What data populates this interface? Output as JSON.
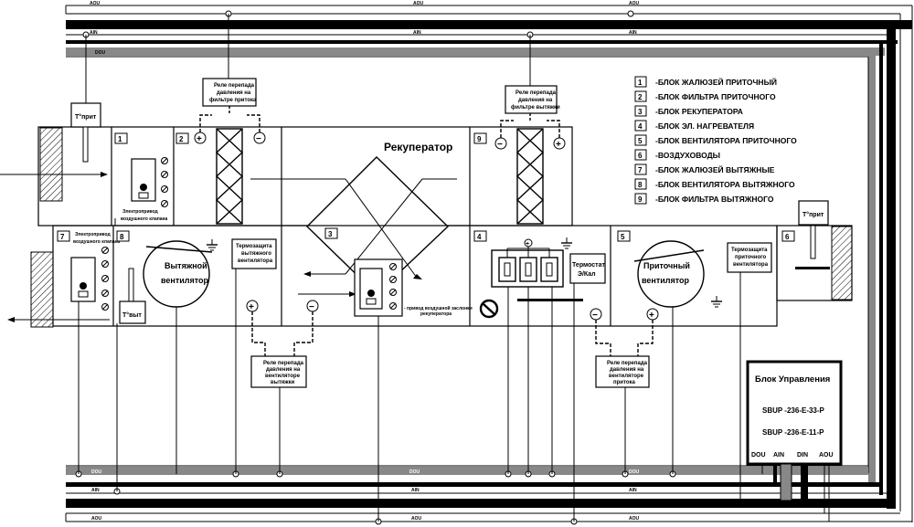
{
  "buses": {
    "aou": "AOU",
    "ain": "AIN",
    "dou": "DOU"
  },
  "legend": [
    {
      "num": "1",
      "text": "-БЛОК ЖАЛЮЗЕЙ ПРИТОЧНЫЙ"
    },
    {
      "num": "2",
      "text": "-БЛОК ФИЛЬТРА ПРИТОЧНОГО"
    },
    {
      "num": "3",
      "text": "-БЛОК РЕКУПЕРАТОРА"
    },
    {
      "num": "4",
      "text": "-БЛОК ЭЛ. НАГРЕВАТЕЛЯ"
    },
    {
      "num": "5",
      "text": "-БЛОК ВЕНТИЛЯТОРА ПРИТОЧНОГО"
    },
    {
      "num": "6",
      "text": "-ВОЗДУХОВОДЫ"
    },
    {
      "num": "7",
      "text": "-БЛОК ЖАЛЮЗЕЙ ВЫТЯЖНЫЕ"
    },
    {
      "num": "8",
      "text": "-БЛОК ВЕНТИЛЯТОРА ВЫТЯЖНОГО"
    },
    {
      "num": "9",
      "text": "-БЛОК ФИЛЬТРА ВЫТЯЖНОГО"
    }
  ],
  "labels": {
    "recuperator": "Рекуператор",
    "t_prit": "T°прит",
    "t_vyt": "T°выт",
    "relay_filter_supply": [
      "Реле перепада",
      "давления на",
      "фильтре притока"
    ],
    "relay_filter_exhaust": [
      "Реле перепада",
      "давления на",
      "фильтре вытяжки"
    ],
    "relay_fan_exhaust": [
      "Реле перепада",
      "давления на",
      "вентиляторе",
      "вытяжки"
    ],
    "relay_fan_supply": [
      "Реле перепада",
      "давления на",
      "вентиляторе",
      "притока"
    ],
    "thermo_exhaust": [
      "Термозащита",
      "вытяжного",
      "вентилятора"
    ],
    "thermo_supply": [
      "Термозащита",
      "приточного",
      "вентилятора"
    ],
    "exhaust_fan": [
      "Вытяжной",
      "вентилятор"
    ],
    "supply_fan": [
      "Приточный",
      "вентилятор"
    ],
    "thermostat": [
      "Термостат",
      "Э/Кал"
    ],
    "drive_damper_1": [
      "Электропривод",
      "воздушного клапана"
    ],
    "drive_damper_7": [
      "Электропривод",
      "воздушного клапана"
    ],
    "drive_recup": [
      "- привод воздушной заслонки",
      "рекуператора"
    ],
    "plus": "+",
    "minus": "−"
  },
  "control": {
    "title": "Блок Управления",
    "model1": "SBUP -236-E-33-P",
    "model2": "SBUP -236-E-11-P",
    "ports": [
      "DOU",
      "AIN",
      "DIN",
      "AOU"
    ]
  }
}
